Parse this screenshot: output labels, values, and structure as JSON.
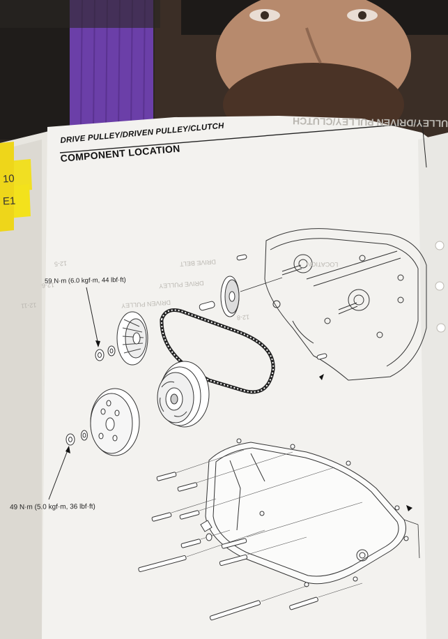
{
  "header": {
    "section_title": "DRIVE PULLEY/DRIVEN PULLEY/CLUTCH",
    "page_heading": "COMPONENT LOCATION"
  },
  "callouts": {
    "torque_top": "59 N·m (6.0 kgf·m, 44 lbf·ft)",
    "torque_bottom": "49 N·m (5.0 kgf·m, 36 lbf·ft)"
  },
  "sticky_notes": [
    "10",
    "E1"
  ],
  "bleed_through": {
    "heading": "DRIVE PULLEY/DRIVEN PULLEY/CLUTCH",
    "sub": "LOCATION",
    "rows": [
      "DRIVE BELT",
      "DRIVE PULLEY",
      "DRIVEN PULLEY",
      "12-5",
      "12-6",
      "12-11",
      "12-8"
    ]
  },
  "colors": {
    "paper": "#f3f2ef",
    "ink": "#1a1a1a",
    "sticky_note": "#f3e21c",
    "book_purple": "#6b3fa8",
    "cover_dark": "#262320"
  }
}
